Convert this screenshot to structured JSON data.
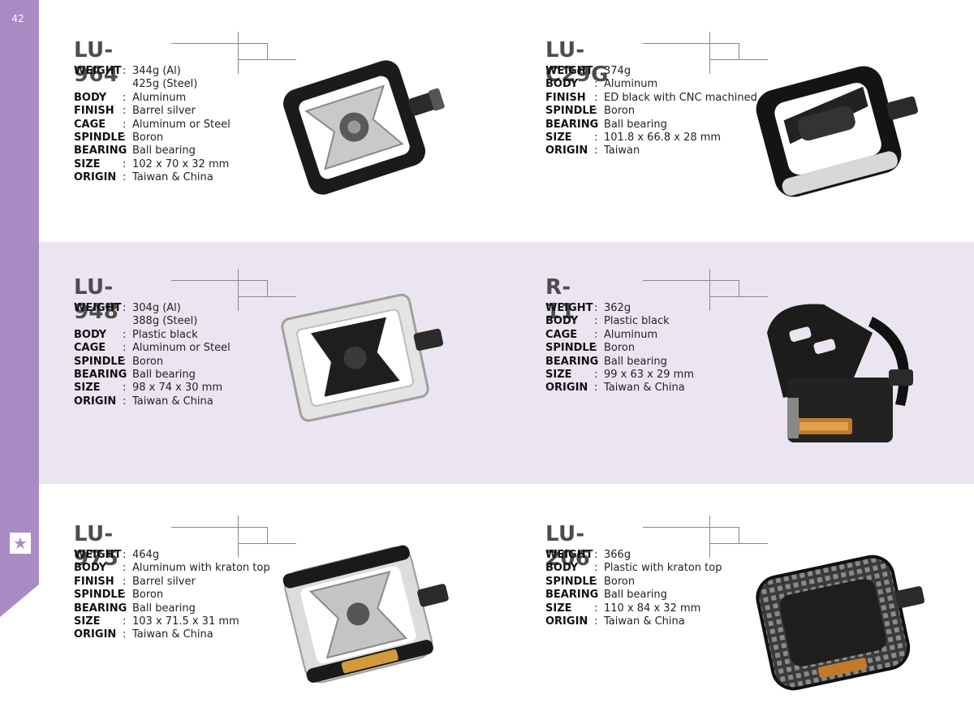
{
  "page": {
    "number": "42",
    "accent": "#a98bc4",
    "band_color": "#ebe5f1",
    "nav_icon": "star-icon"
  },
  "products": [
    {
      "model": "LU-964",
      "specs": [
        {
          "k": "WEIGHT",
          "s": ":",
          "v": "344g (Al)"
        },
        {
          "k": "",
          "s": "",
          "v": "425g (Steel)"
        },
        {
          "k": "BODY",
          "s": ":",
          "v": "Aluminum"
        },
        {
          "k": "FINISH",
          "s": ":",
          "v": "Barrel silver"
        },
        {
          "k": "CAGE",
          "s": ":",
          "v": "Aluminum or Steel"
        },
        {
          "k": "SPINDLE",
          "s": ":",
          "v": "Boron"
        },
        {
          "k": "BEARING",
          "s": ":",
          "v": "Ball bearing"
        },
        {
          "k": "SIZE",
          "s": ":",
          "v": "102 x 70 x 32 mm"
        },
        {
          "k": "ORIGIN",
          "s": ":",
          "v": "Taiwan & China"
        }
      ]
    },
    {
      "model": "LU-C29G",
      "specs": [
        {
          "k": "WEIGHT",
          "s": ":",
          "v": "374g"
        },
        {
          "k": "BODY",
          "s": ":",
          "v": "Aluminum"
        },
        {
          "k": "FINISH",
          "s": ":",
          "v": "ED black with CNC machined"
        },
        {
          "k": "SPINDLE",
          "s": ":",
          "v": "Boron"
        },
        {
          "k": "BEARING",
          "s": ":",
          "v": "Ball bearing"
        },
        {
          "k": "SIZE",
          "s": ":",
          "v": "101.8 x 66.8 x 28 mm"
        },
        {
          "k": "ORIGIN",
          "s": ":",
          "v": "Taiwan"
        }
      ]
    },
    {
      "model": "LU-948",
      "specs": [
        {
          "k": "WEIGHT",
          "s": ":",
          "v": "304g (Al)"
        },
        {
          "k": "",
          "s": "",
          "v": "388g (Steel)"
        },
        {
          "k": "BODY",
          "s": ":",
          "v": "Plastic black"
        },
        {
          "k": "CAGE",
          "s": ":",
          "v": "Aluminum or Steel"
        },
        {
          "k": "SPINDLE",
          "s": ":",
          "v": "Boron"
        },
        {
          "k": "BEARING",
          "s": ":",
          "v": "Ball bearing"
        },
        {
          "k": "SIZE",
          "s": ":",
          "v": "98 x 74 x 30 mm"
        },
        {
          "k": "ORIGIN",
          "s": ":",
          "v": "Taiwan & China"
        }
      ]
    },
    {
      "model": "R-11",
      "specs": [
        {
          "k": "WEIGHT",
          "s": ":",
          "v": "362g"
        },
        {
          "k": "BODY",
          "s": ":",
          "v": "Plastic black"
        },
        {
          "k": "CAGE",
          "s": ":",
          "v": "Aluminum"
        },
        {
          "k": "SPINDLE",
          "s": ":",
          "v": "Boron"
        },
        {
          "k": "BEARING",
          "s": ":",
          "v": "Ball bearing"
        },
        {
          "k": "SIZE",
          "s": ":",
          "v": "99 x 63 x 29 mm"
        },
        {
          "k": "ORIGIN",
          "s": ":",
          "v": "Taiwan & China"
        }
      ]
    },
    {
      "model": "LU-975",
      "specs": [
        {
          "k": "WEIGHT",
          "s": ":",
          "v": "464g"
        },
        {
          "k": "BODY",
          "s": ":",
          "v": "Aluminum with kraton top"
        },
        {
          "k": "FINISH",
          "s": ":",
          "v": "Barrel silver"
        },
        {
          "k": "SPINDLE",
          "s": ":",
          "v": "Boron"
        },
        {
          "k": "BEARING",
          "s": ":",
          "v": "Ball bearing"
        },
        {
          "k": "SIZE",
          "s": ":",
          "v": "103 x 71.5 x 31 mm"
        },
        {
          "k": "ORIGIN",
          "s": ":",
          "v": "Taiwan & China"
        }
      ]
    },
    {
      "model": "LU-206",
      "specs": [
        {
          "k": "WEIGHT",
          "s": ":",
          "v": "366g"
        },
        {
          "k": "BODY",
          "s": ":",
          "v": "Plastic with kraton top"
        },
        {
          "k": "SPINDLE",
          "s": ":",
          "v": "Boron"
        },
        {
          "k": "BEARING",
          "s": ":",
          "v": "Ball bearing"
        },
        {
          "k": "SIZE",
          "s": ":",
          "v": "110 x 84 x 32 mm"
        },
        {
          "k": "ORIGIN",
          "s": ":",
          "v": "Taiwan & China"
        }
      ]
    }
  ]
}
